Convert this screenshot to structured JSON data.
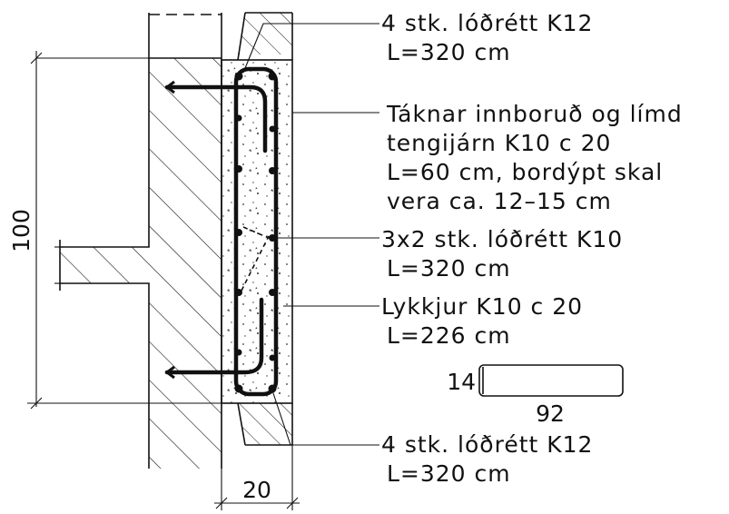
{
  "annotations": {
    "top_bars": {
      "line1": "4 stk. lóðrétt K12",
      "line2": "L=320 cm"
    },
    "dowels": {
      "line1": "Táknar innboruð og límd",
      "line2": "tengijárn K10 c 20",
      "line3": "L=60 cm, bordýpt skal",
      "line4": "vera ca. 12–15 cm"
    },
    "middle_bars": {
      "line1": "3x2 stk. lóðrétt K10",
      "line2": "L=320 cm"
    },
    "stirrups": {
      "line1": "Lykkjur K10 c 20",
      "line2": "L=226 cm"
    },
    "bottom_bars": {
      "line1": "4 stk. lóðrétt K12",
      "line2": "L=320 cm"
    }
  },
  "dimensions": {
    "height": "100",
    "width": "20",
    "stirrup_height": "14",
    "stirrup_width": "92"
  }
}
